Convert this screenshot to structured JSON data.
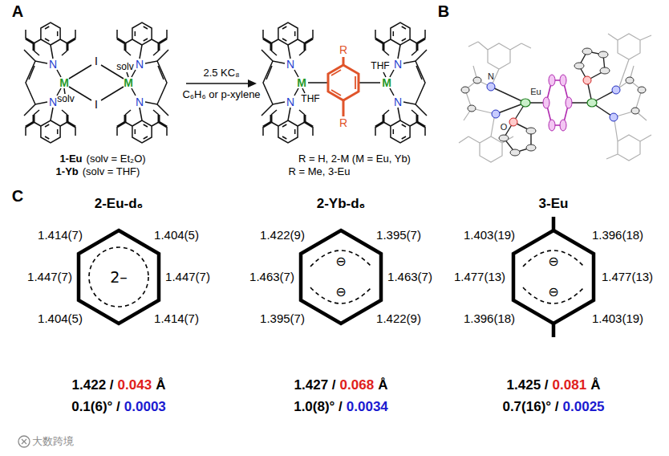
{
  "diagram": {
    "nodes": [
      {
        "text": [
          "2–"
        ]
      },
      {
        "text": [
          "⊖",
          "⊖"
        ]
      },
      {
        "text": [
          "⊖",
          "⊖"
        ]
      }
    ],
    "labels": [
      "A",
      "B",
      "C",
      "N",
      "N",
      "M",
      "solv",
      "I",
      "I",
      "M",
      "solv",
      "N",
      "N",
      "1-Eu",
      "(solv = Et₂O)",
      "1-Yb",
      "(solv = THF)",
      "2.5 KC₈",
      "C₆H₆ or p-xylene",
      "R",
      "N",
      "N",
      "M",
      "THF",
      "M",
      "THF",
      "N",
      "N",
      "R",
      "R = H, 2-M (M = Eu, Yb)",
      "R = Me, 3-Eu",
      "N",
      "Eu",
      "O",
      "2-Eu-d₆",
      "2-Yb-d₆",
      "3-Eu",
      "1.414(7)",
      "1.404(5)",
      "1.447(7)",
      "1.447(7)",
      "1.404(5)",
      "1.414(7)",
      "1.422(9)",
      "1.395(7)",
      "1.463(7)",
      "1.463(7)",
      "1.395(7)",
      "1.422(9)",
      "1.403(19)",
      "1.396(18)",
      "1.477(13)",
      "1.477(13)",
      "1.396(18)",
      "1.403(19)",
      "1.422 /",
      "0.043",
      "Å",
      "0.1(6)° /",
      "0.0003",
      "1.427 /",
      "0.068",
      "Å",
      "1.0(8)° /",
      "0.0034",
      "1.425 /",
      "0.081",
      "Å",
      "0.7(16)° /",
      "0.0025",
      "大数跨境"
    ]
  }
}
